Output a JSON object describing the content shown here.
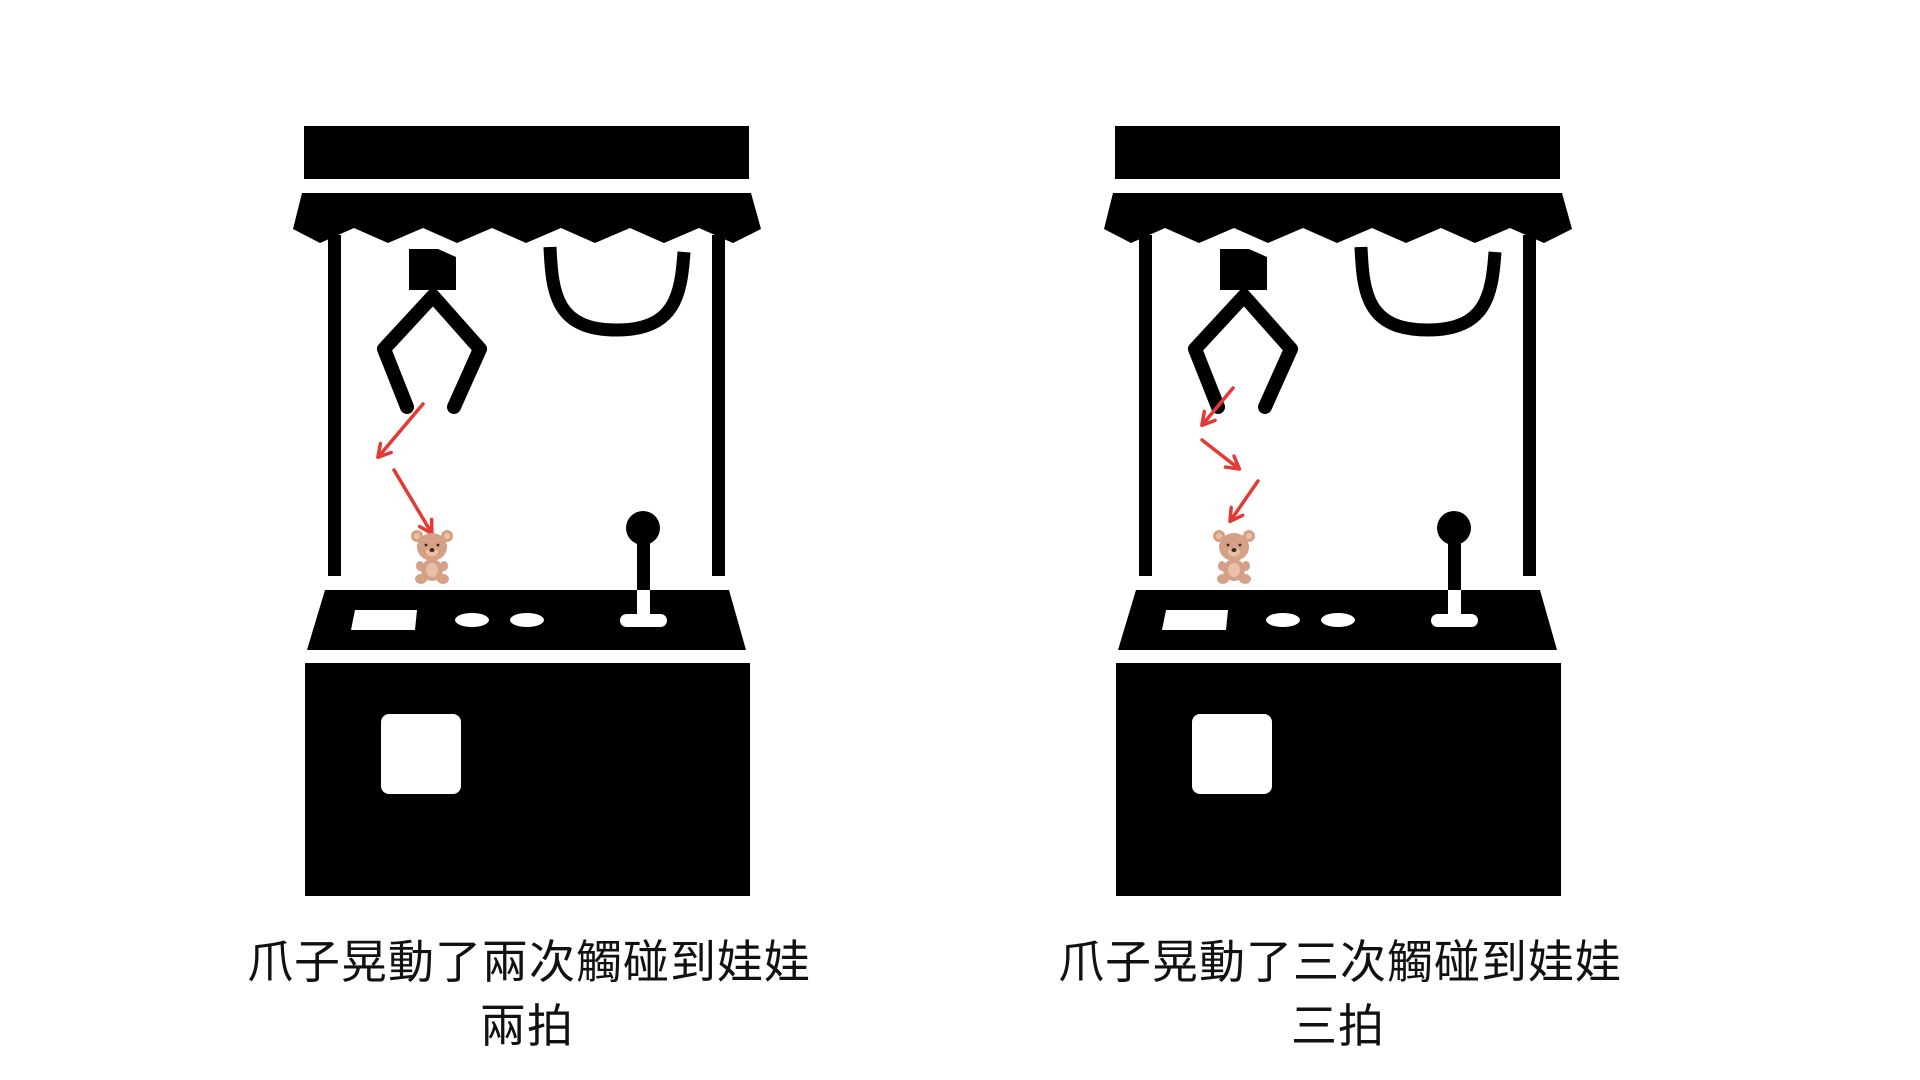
{
  "figure": {
    "background": "#ffffff",
    "machine_color": "#000000",
    "arrow_color": "#e53935",
    "bear_colors": {
      "fur": "#d4a086",
      "light": "#e9bfa8",
      "nose": "#3b2620"
    }
  },
  "panels": [
    {
      "id": "left",
      "caption_line1": "爪子晃動了兩次觸碰到娃娃",
      "caption_line2": "兩拍",
      "swing_count": 2,
      "icons": [
        "claw-machine-icon",
        "claw-icon",
        "teddy-bear-icon",
        "red-arrow-icon"
      ]
    },
    {
      "id": "right",
      "caption_line1": "爪子晃動了三次觸碰到娃娃",
      "caption_line2": "三拍",
      "swing_count": 3,
      "icons": [
        "claw-machine-icon",
        "claw-icon",
        "teddy-bear-icon",
        "red-arrow-icon"
      ]
    }
  ]
}
